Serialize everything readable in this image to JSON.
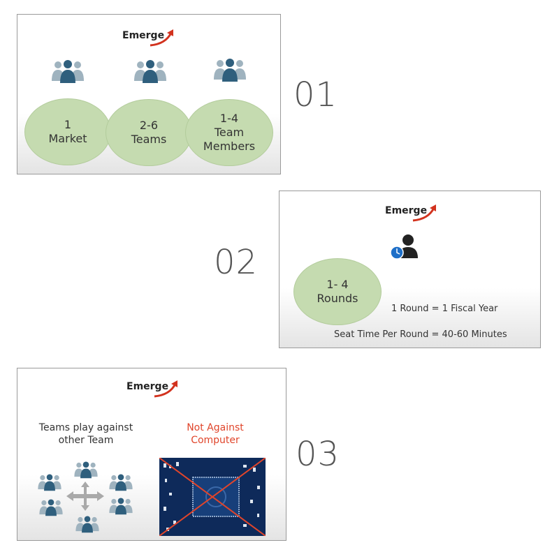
{
  "colors": {
    "ellipse": "#c5dbb0",
    "icon_dark": "#2f5f7d",
    "icon_light": "#9fb3bf",
    "accent_red": "#e0452b"
  },
  "slides": [
    {
      "number": "01",
      "logo": "Emerge",
      "items": [
        {
          "line1": "1",
          "line2": "Market"
        },
        {
          "line1": "2-6",
          "line2": "Teams"
        },
        {
          "line1": "1-4",
          "line2": "Team",
          "line3": "Members"
        }
      ]
    },
    {
      "number": "02",
      "logo": "Emerge",
      "ellipse": {
        "line1": "1- 4",
        "line2": "Rounds"
      },
      "round_text": "1 Round = 1 Fiscal Year",
      "seat_text": "Seat Time Per Round = 40-60 Minutes"
    },
    {
      "number": "03",
      "logo": "Emerge",
      "left_text": {
        "line1": "Teams play against",
        "line2": "other Team"
      },
      "right_text": {
        "line1": "Not Against",
        "line2": "Computer"
      }
    }
  ]
}
